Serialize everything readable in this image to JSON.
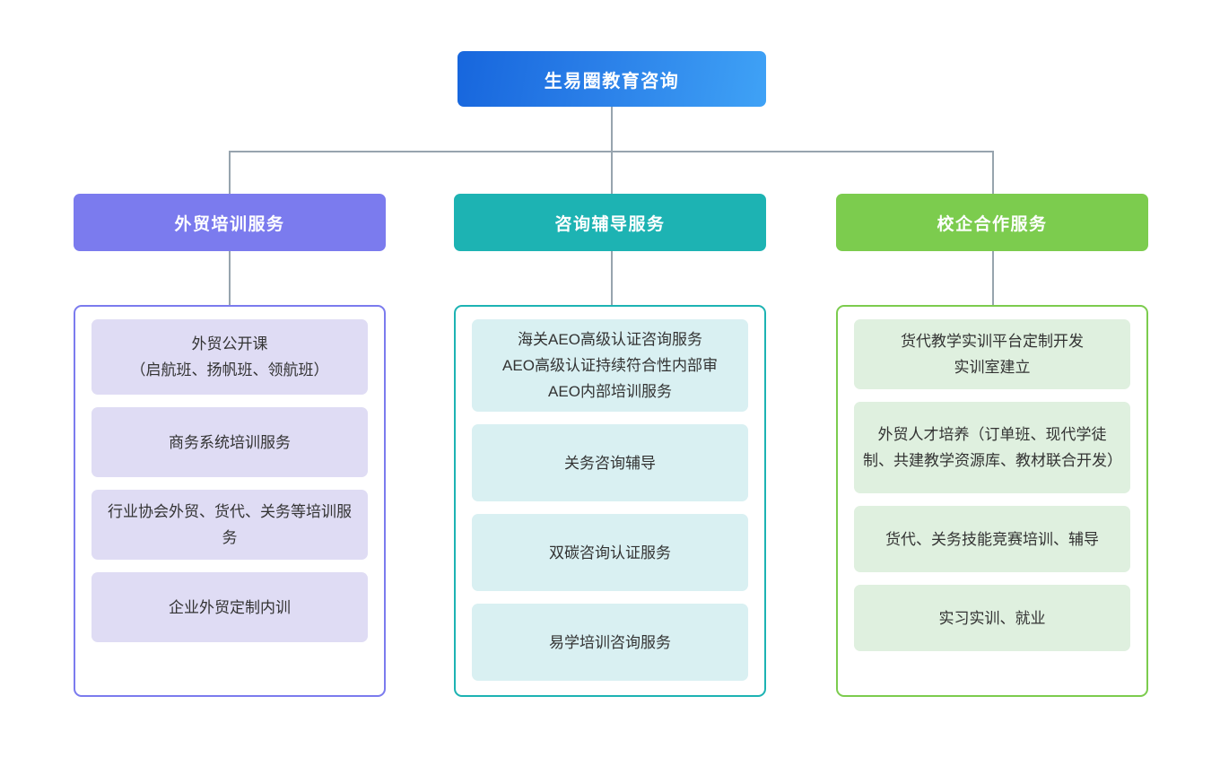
{
  "diagram": {
    "type": "organizational-tree",
    "root": {
      "label": "生易圈教育咨询",
      "color": "#1766dd",
      "color_end": "#3fa2f6"
    },
    "branches": [
      {
        "label": "外贸培训服务",
        "color": "#7b7bee",
        "card_color": "#dfdcf4",
        "items": [
          "外贸公开课\n（启航班、扬帆班、领航班）",
          "商务系统培训服务",
          "行业协会外贸、货代、关务等培训服务",
          "企业外贸定制内训"
        ]
      },
      {
        "label": "咨询辅导服务",
        "color": "#1db3b3",
        "card_color": "#d9f0f2",
        "items": [
          "海关AEO高级认证咨询服务\nAEO高级认证持续符合性内部审\nAEO内部培训服务",
          "关务咨询辅导",
          "双碳咨询认证服务",
          "易学培训咨询服务"
        ]
      },
      {
        "label": "校企合作服务",
        "color": "#7ccc4e",
        "card_color": "#dff0df",
        "items": [
          "货代教学实训平台定制开发\n实训室建立",
          "外贸人才培养（订单班、现代学徒制、共建教学资源库、教材联合开发）",
          "货代、关务技能竞赛培训、辅导",
          "实习实训、就业"
        ]
      }
    ],
    "connector_color": "#97a4ae"
  }
}
